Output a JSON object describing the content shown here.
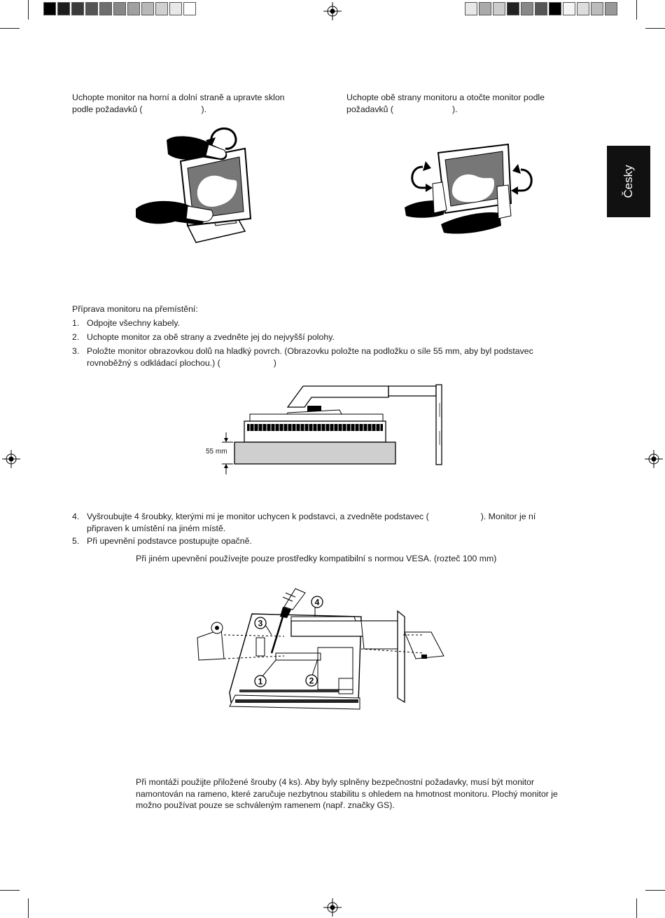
{
  "left_instruction": {
    "line1": "Uchopte monitor na horní a dolní straně a upravte sklon",
    "line2_start": "podle požadavků (",
    "line2_end": ")."
  },
  "right_instruction": {
    "line1": "Uchopte obě strany monitoru a otočte monitor podle",
    "line2_start": "požadavků (",
    "line2_end": ")."
  },
  "language_tab": "Česky",
  "prep_heading": "Příprava monitoru na přemístění:",
  "steps": [
    {
      "num": "1.",
      "text": "Odpojte všechny kabely."
    },
    {
      "num": "2.",
      "text": "Uchopte monitor za obě strany a zvedněte jej do nejvyšší polohy."
    },
    {
      "num": "3.",
      "line1": "Položte monitor obrazovkou dolů na hladký povrch. (Obrazovku položte na podložku o síle 55 mm, aby byl podstavec",
      "line2_start": "rovnoběžný s odkládací plochou.) (",
      "line2_end": ")"
    },
    {
      "num": "4.",
      "line1_start": "Vyšroubujte 4 šroubky, kterými mi je monitor uchycen k podstavci, a zvedněte podstavec (",
      "line1_end": "). Monitor je ní",
      "line2": "připraven k umístění na jiném místě."
    },
    {
      "num": "5.",
      "text": "Při upevnění podstavce postupujte opačně."
    }
  ],
  "diagram_label_55": "55 mm",
  "vesa_note": "Při jiném upevnění používejte pouze prostředky kompatibilní s normou VESA. (rozteč 100 mm)",
  "callouts": [
    "1",
    "2",
    "3",
    "4"
  ],
  "final_paragraph": {
    "line1": "Při montáži použijte přiložené šrouby (4 ks). Aby byly splněny bezpečnostní požadavky, musí být monitor",
    "line2": "namontován na rameno, které zaručuje nezbytnou stabilitu s ohledem na hmotnost monitoru. Plochý monitor je",
    "line3": "možno používat pouze se schváleným ramenem (např. značky GS)."
  },
  "colors": {
    "text": "#1a1a1a",
    "tab_bg": "#111111",
    "tab_text": "#ffffff",
    "plate_fill": "#cfcfcf"
  }
}
